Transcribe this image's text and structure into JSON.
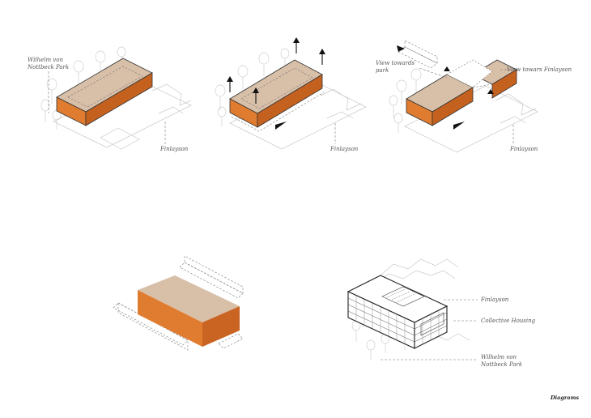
{
  "title": "Diagrams",
  "colors": {
    "roof": "#d8bfa8",
    "front": "#e07c2f",
    "side": "#b8521c",
    "context": "#c8c8c8",
    "label": "#555555"
  },
  "panel1": {
    "park_label_line1": "Wilhelm von",
    "park_label_line2": "Nottbeck Park",
    "finlayson_label": "Finlayson"
  },
  "panel2": {
    "finlayson_label": "Finlayson"
  },
  "panel3": {
    "view_park_line1": "View towards",
    "view_park_line2": "park",
    "view_finlayson": "View towars Finlayson",
    "finlayson_label": "Finlayson"
  },
  "panel5": {
    "finlayson_label": "Finlayson",
    "collective_housing_label": "Collective Housing",
    "park_label_line1": "Wilhelm von",
    "park_label_line2": "Nottbeck Park"
  },
  "icons": [
    "up-arrow-icon",
    "triangle-marker-icon"
  ]
}
